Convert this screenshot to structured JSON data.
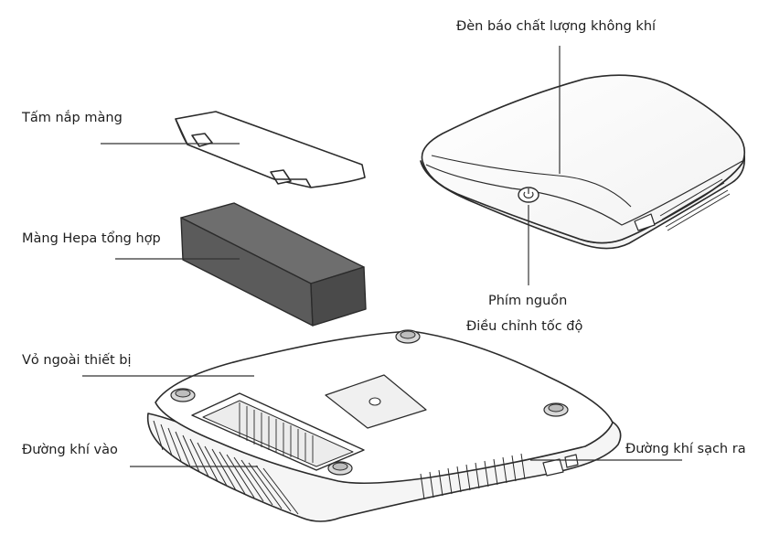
{
  "labels": {
    "cover_plate": "Tấm nắp màng",
    "hepa_filter": "Màng Hepa tổng hợp",
    "device_shell": "Vỏ ngoài thiết bị",
    "air_inlet": "Đường khí vào",
    "air_quality_light": "Đèn báo chất lượng không khí",
    "power_button": "Phím nguồn",
    "speed_control": "Điều chỉnh tốc độ",
    "clean_air_outlet": "Đường khí sạch ra"
  },
  "colors": {
    "outline": "#2b2b2b",
    "filter_front": "#5b5b5b",
    "filter_top": "#6e6e6e",
    "filter_side": "#4a4a4a",
    "callout": "#333333"
  }
}
